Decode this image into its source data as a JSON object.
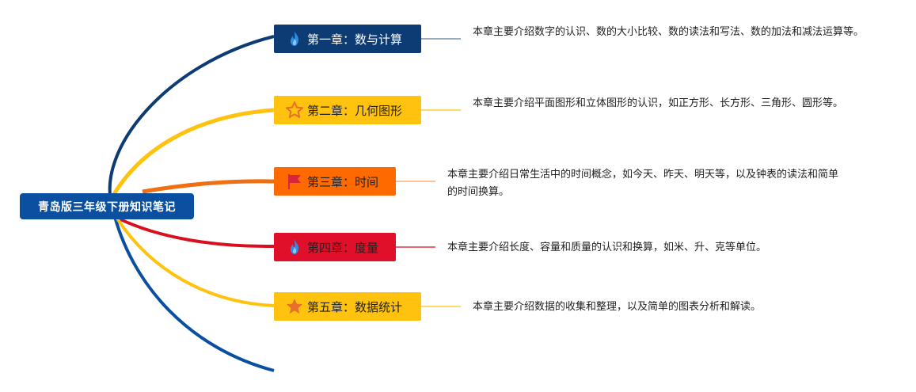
{
  "root": {
    "label": "青岛版三年级下册知识笔记",
    "color": "#0a4fa0"
  },
  "chapters": [
    {
      "id": "ch1",
      "label": "第一章：数与计算",
      "icon": "fire-icon",
      "node_color": "#0d3b74",
      "text_color": "#ffffff",
      "branch_color": "#0d3b74",
      "note": "本章主要介绍数字的认识、数的大小比较、数的读法和写法、数的加法和减法运算等。"
    },
    {
      "id": "ch2",
      "label": "第二章：几何图形",
      "icon": "star-outline-icon",
      "node_color": "#ffc20e",
      "text_color": "#222222",
      "branch_color": "#ffc20e",
      "note": "本章主要介绍平面图形和立体图形的认识，如正方形、长方形、三角形、圆形等。"
    },
    {
      "id": "ch3",
      "label": "第三章：时间",
      "icon": "flag-icon",
      "node_color": "#ff6a00",
      "text_color": "#222222",
      "branch_color": "#ef6f12",
      "note": "本章主要介绍日常生活中的时间概念，如今天、昨天、明天等，以及钟表的读法和简单的时间换算。"
    },
    {
      "id": "ch4",
      "label": "第四章：度量",
      "icon": "fire-icon",
      "node_color": "#e0102a",
      "text_color": "#222222",
      "branch_color": "#d90f1f",
      "note": "本章主要介绍长度、容量和质量的认识和换算，如米、升、克等单位。"
    },
    {
      "id": "ch5",
      "label": "第五章：数据统计",
      "icon": "star-icon",
      "node_color": "#ffc20e",
      "text_color": "#222222",
      "branch_color": "#ffc20e",
      "note": "本章主要介绍数据的收集和整理，以及简单的图表分析和解读。"
    }
  ]
}
